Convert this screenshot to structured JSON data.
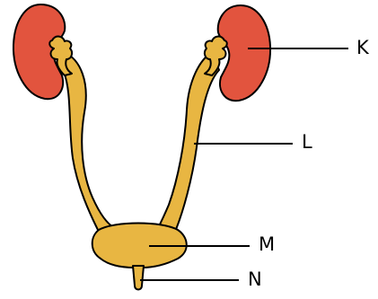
{
  "labels": {
    "k": "K",
    "l": "L",
    "m": "M",
    "n": "N"
  },
  "colors": {
    "kidney_fill": "#e2543e",
    "duct_fill": "#e8b642",
    "outline": "#000000",
    "leader": "#000000",
    "background": "#ffffff"
  }
}
